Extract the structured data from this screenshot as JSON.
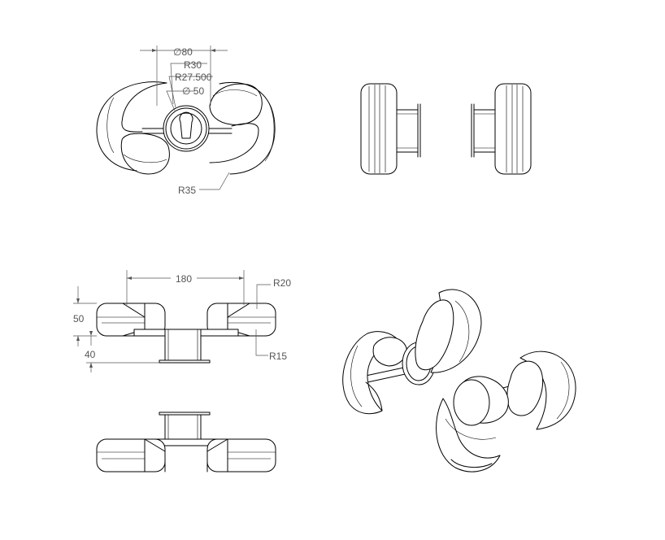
{
  "drawing": {
    "top_view": {
      "dims": {
        "dia_outer": "∅80",
        "r_outer": "R30",
        "r_mid": "R27.500",
        "dia_inner": "∅ 50",
        "r_cup": "R35"
      }
    },
    "front_view": {
      "dims": {
        "span": "180",
        "height": "50",
        "offset": "40",
        "r_large": "R20",
        "r_small": "R15"
      }
    }
  }
}
